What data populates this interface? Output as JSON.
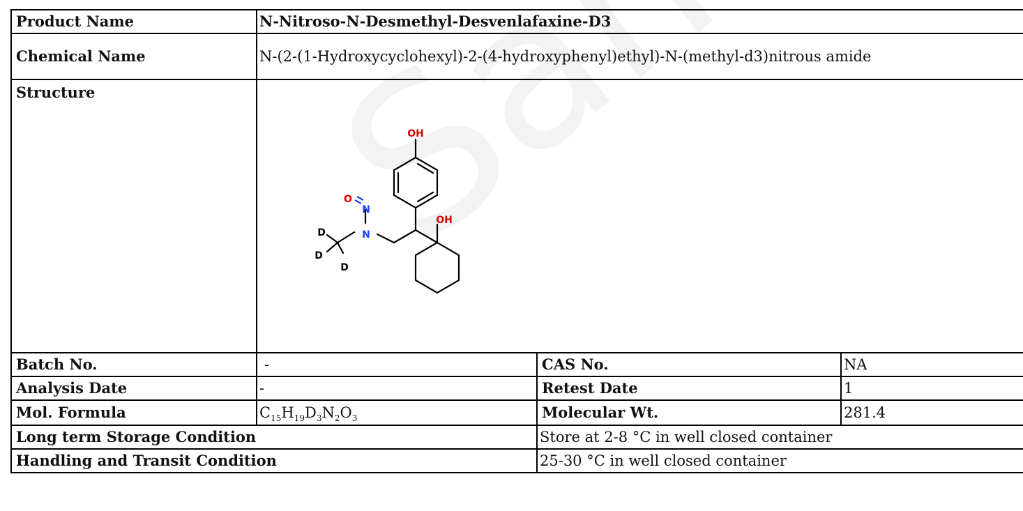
{
  "product": {
    "label": "Product Name",
    "value": "N-Nitroso-N-Desmethyl-Desvenlafaxine-D3"
  },
  "chemical": {
    "label": "Chemical Name",
    "value": "N-(2-(1-Hydroxycyclohexyl)-2-(4-hydroxyphenyl)ethyl)-N-(methyl-d3)nitrous amide"
  },
  "structure": {
    "label": "Structure",
    "atoms": {
      "oh_top": "OH",
      "oh_ring": "OH",
      "o_nitroso": "O",
      "n_nitroso": "N",
      "n_amine": "N",
      "d1": "D",
      "d2": "D",
      "d3": "D"
    },
    "colors": {
      "oxygen": "#e00000",
      "nitrogen": "#1f3fff",
      "bond": "#000000"
    }
  },
  "batch": {
    "label": "Batch No.",
    "value": "-"
  },
  "cas": {
    "label": "CAS No.",
    "value": "NA"
  },
  "analysis": {
    "label": "Analysis Date",
    "value": "-"
  },
  "retest": {
    "label": "Retest Date",
    "value": "1"
  },
  "formula": {
    "label": "Mol. Formula",
    "parts": [
      "C",
      "15",
      "H",
      "19",
      "D",
      "3",
      "N",
      "2",
      "O",
      "3"
    ]
  },
  "mw": {
    "label": "Molecular Wt.",
    "value": "281.4"
  },
  "storage": {
    "label": "Long term Storage Condition",
    "value": "Store at 2-8 °C in well closed container"
  },
  "handling": {
    "label": "Handling and Transit Condition",
    "value": "25-30 °C in well closed container"
  },
  "watermark": "Sample COA"
}
